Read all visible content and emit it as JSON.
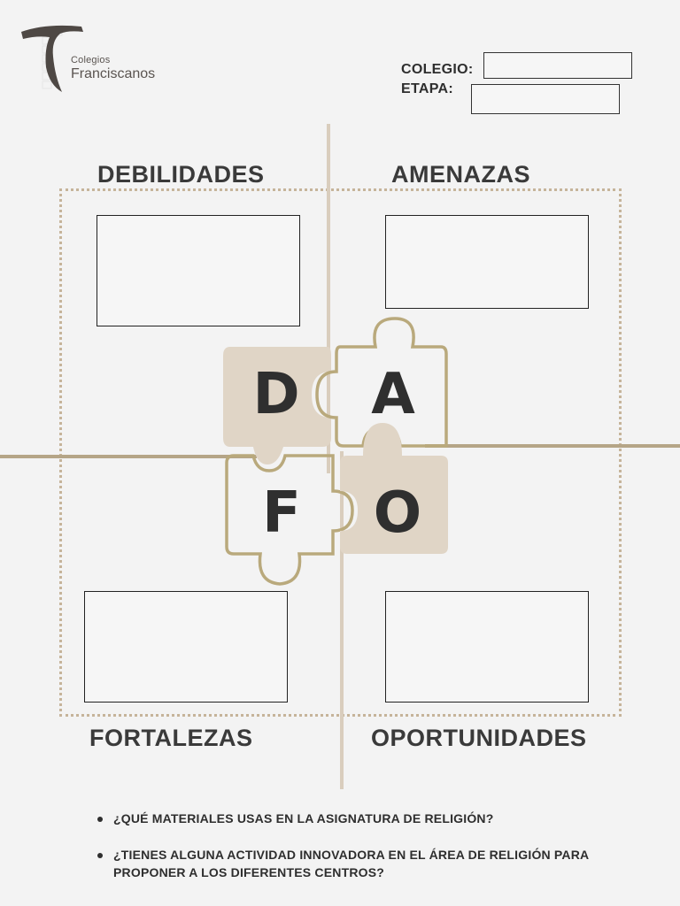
{
  "header": {
    "logo_small": "Colegios",
    "logo_big": "Franciscanos",
    "colegio_label": "COLEGIO:",
    "etapa_label": "ETAPA:",
    "colegio_value": "",
    "etapa_value": ""
  },
  "quadrants": {
    "debilidades": {
      "title": "DEBILIDADES",
      "value": ""
    },
    "amenazas": {
      "title": "AMENAZAS",
      "value": ""
    },
    "fortalezas": {
      "title": "FORTALEZAS",
      "value": ""
    },
    "oportunidades": {
      "title": "OPORTUNIDADES",
      "value": ""
    }
  },
  "puzzle": {
    "letters": [
      "D",
      "A",
      "F",
      "O"
    ],
    "colors": {
      "filled": "#e0d5c6",
      "outline": "#b9a97c",
      "letter": "#2f2f2f"
    }
  },
  "questions": [
    "¿QUÉ MATERIALES USAS EN LA ASIGNATURA DE RELIGIÓN?",
    "¿TIENES ALGUNA ACTIVIDAD INNOVADORA EN EL ÁREA DE RELIGIÓN PARA PROPONER A LOS DIFERENTES CENTROS?"
  ],
  "colors": {
    "background": "#f3f3f3",
    "accent": "#b5a587",
    "frame": "#c6b49a",
    "text": "#2e2e2e"
  }
}
